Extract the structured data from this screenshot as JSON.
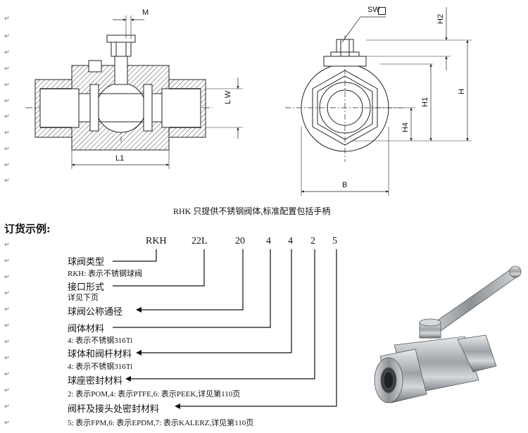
{
  "drawing": {
    "dims": {
      "M": "M",
      "LW": "L W",
      "L1": "L1",
      "SW": "SW",
      "H2": "H2",
      "H1": "H1",
      "H": "H",
      "H4": "H4",
      "B": "B"
    },
    "caption": "RHK 只提供不锈钢阀体,标准配置包括手柄"
  },
  "order": {
    "heading": "订货示例:",
    "codes": [
      "RKH",
      "22L",
      "20",
      "4",
      "4",
      "2",
      "5"
    ],
    "items": [
      {
        "label": "球阀类型",
        "note": "RKH: 表示不锈钢球阀"
      },
      {
        "label": "接口形式",
        "note": "详见下页"
      },
      {
        "label": "球阀公称通径",
        "note": ""
      },
      {
        "label": "阀体材料",
        "note": "4: 表示不锈钢316Ti"
      },
      {
        "label": "球体和阀杆材料",
        "note": "4: 表示不锈钢316Ti"
      },
      {
        "label": "球座密封材料",
        "note": "2: 表示POM,4: 表示PTFE,6: 表示PEEK,详见第110页"
      },
      {
        "label": "阀杆及接头处密封材料",
        "note": "5: 表示FPM,6: 表示EPDM,7: 表示KALERZ,详见第110页"
      }
    ]
  },
  "colors": {
    "line": "#222222",
    "hatch": "#333333",
    "metal": "#b8bcc0"
  }
}
